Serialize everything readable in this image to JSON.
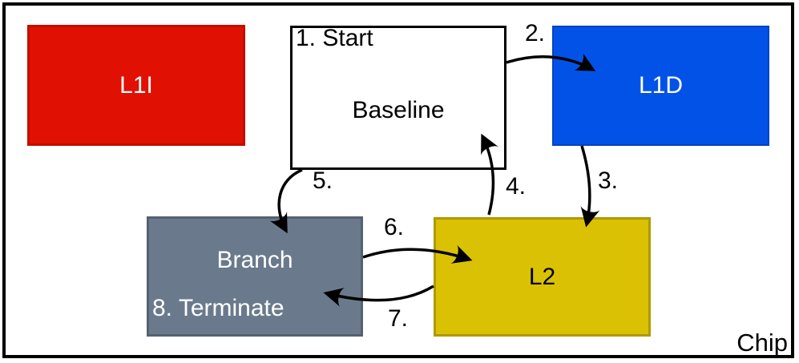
{
  "diagram": {
    "frame_label": "Chip",
    "boxes": {
      "l1i": {
        "label": "L1I",
        "fill": "#e01102",
        "text_color": "#ffffff"
      },
      "baseline": {
        "label": "Baseline",
        "step": "1. Start",
        "fill": "#ffffff",
        "text_color": "#000000"
      },
      "l1d": {
        "label": "L1D",
        "fill": "#0352e8",
        "text_color": "#ffffff"
      },
      "branch": {
        "label": "Branch",
        "step": "8. Terminate",
        "fill": "#6a7a8c",
        "text_color": "#ffffff"
      },
      "l2": {
        "label": "L2",
        "fill": "#dbc104",
        "text_color": "#000000"
      }
    },
    "arrow_labels": {
      "a2": "2.",
      "a3": "3.",
      "a4": "4.",
      "a5": "5.",
      "a6": "6.",
      "a7": "7."
    },
    "colors": {
      "frame_outline": "#000000",
      "arrow_stroke": "#000000"
    }
  }
}
